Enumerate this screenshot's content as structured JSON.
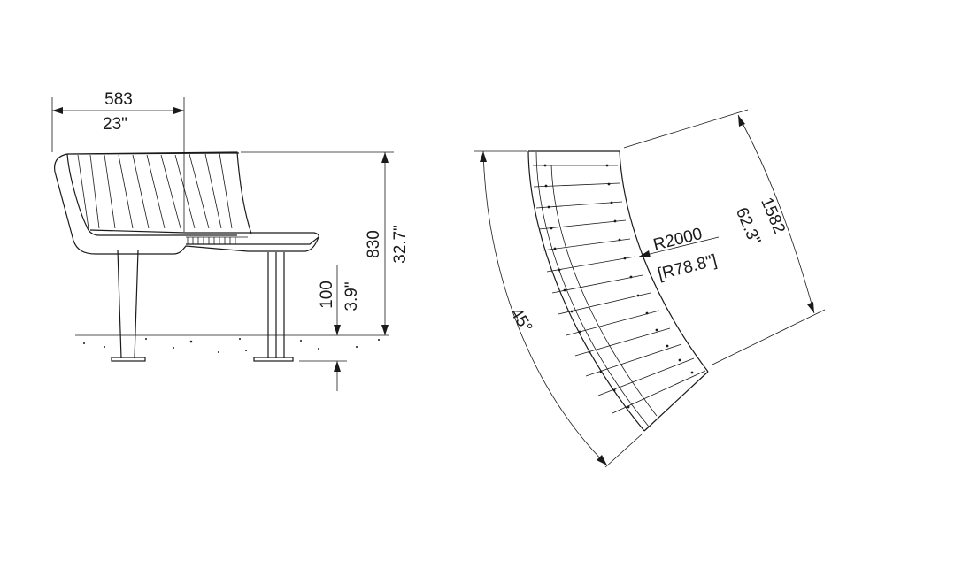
{
  "side_view": {
    "depth_mm": "583",
    "depth_in": "23\"",
    "height_mm": "830",
    "height_in": "32.7\"",
    "foundation_mm": "100",
    "foundation_in": "3.9\""
  },
  "top_view": {
    "radius_mm": "R2000",
    "radius_in": "[R78.8\"]",
    "length_mm": "1582",
    "length_in": "62.3\"",
    "angle": "45°"
  }
}
